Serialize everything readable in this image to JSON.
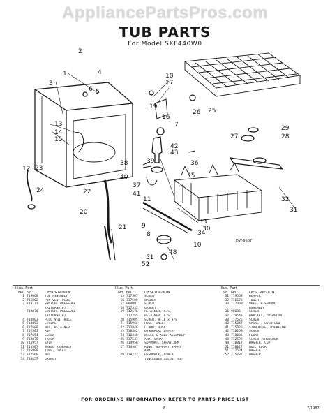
{
  "watermark": "AppliancePartsPros.com",
  "title": "TUB PARTS",
  "model_line": "For Model SXF440W0",
  "diagram": {
    "drawing_id": "DW-9507",
    "callouts": [
      "1",
      "2",
      "3",
      "4",
      "5",
      "6",
      "7",
      "8",
      "9",
      "10",
      "11",
      "12",
      "13",
      "14",
      "15",
      "16",
      "17",
      "18",
      "19",
      "20",
      "21",
      "22",
      "23",
      "24",
      "25",
      "26",
      "27",
      "28",
      "29",
      "30",
      "31",
      "32",
      "33",
      "34",
      "35",
      "36",
      "37",
      "38",
      "39",
      "40",
      "41",
      "42",
      "43",
      "48",
      "51",
      "52"
    ]
  },
  "columns": {
    "header_top": "Illus. Part",
    "no": "No.",
    "part": "No.",
    "desc": "DESCRIPTION"
  },
  "parts": [
    [
      [
        "1",
        "719068",
        "TUB ASSEMBLY"
      ],
      [
        "2",
        "716802",
        "PIN VENT PLUG"
      ],
      [
        "3",
        "719177",
        "SWITCH, PRESSURE"
      ],
      [
        "",
        "",
        "(ALTERNATE)"
      ],
      [
        "",
        "719876",
        "SWITCH, PRESSURE"
      ],
      [
        "",
        "",
        "(ALTERNATE)"
      ],
      [
        "4",
        "718803",
        "PLUG VENT HOLE"
      ],
      [
        "5",
        "718853",
        "STRIKE"
      ],
      [
        "6",
        "717580",
        "NUT, RETAINER"
      ],
      [
        "7",
        "712503",
        "RIM"
      ],
      [
        "8",
        "717654",
        "SCREW"
      ],
      [
        "9",
        "712875",
        "TRACK"
      ],
      [
        "10",
        "715957",
        "STOP"
      ],
      [
        "11",
        "715507",
        "WHEEL ASSEMBLY"
      ],
      [
        "12",
        "715988",
        "TUBE, INLET"
      ],
      [
        "13",
        "717569",
        "NUT"
      ],
      [
        "14",
        "713857",
        "GASKET"
      ]
    ],
    [
      [
        "15",
        "717567",
        "SCREW"
      ],
      [
        "16",
        "717588",
        "WASHER"
      ],
      [
        "17",
        "98009",
        "SCREW"
      ],
      [
        "18",
        "717533",
        "GASKET"
      ],
      [
        "19",
        "712576",
        "RETAINER, R.S."
      ],
      [
        "",
        "712255",
        "RETAINER, L.S."
      ],
      [
        "20",
        "715985",
        "SCREW, 8-18 x 3/8"
      ],
      [
        "21",
        "715960",
        "HOSE, INLET"
      ],
      [
        "22",
        "272846",
        "CLAMP, HOSE"
      ],
      [
        "23",
        "718882",
        "DISHRACK, UPPER"
      ],
      [
        "24",
        "716348",
        "WHEEL & AXLE ASSEMBLY"
      ],
      [
        "25",
        "717537",
        "ARM, SPRAY"
      ],
      [
        "26",
        "714956",
        "SUPPORT, SPRAY ARM"
      ],
      [
        "27",
        "714907",
        "RING, SUPPORT SPRAY"
      ],
      [
        "",
        "",
        "ARM"
      ],
      [
        "28",
        "718723",
        "DISHRACK, LOWER"
      ],
      [
        "",
        "",
        "(INCLUDES ILLUS. 31)"
      ]
    ],
    [
      [
        "31",
        "719563",
        "BUMPER"
      ],
      [
        "32",
        "716678",
        "TOWER"
      ],
      [
        "33",
        "717009",
        "WHEEL & SHROUD"
      ],
      [
        "",
        "",
        "ASSEMBLY"
      ],
      [
        "36",
        "98086",
        "SCREW"
      ],
      [
        "37",
        "719543",
        "BRACKET, OVERFLOW"
      ],
      [
        "38",
        "717525",
        "SCREW"
      ],
      [
        "40",
        "715047",
        "GASKET, OVERFLOW"
      ],
      [
        "41",
        "715026",
        "STANDPIPE, OVERFLOW"
      ],
      [
        "42",
        "718259",
        "SCREW"
      ],
      [
        "43",
        "718035",
        "FLOAT"
      ],
      [
        "48",
        "712599",
        "SCREW, SHOULDER"
      ],
      [
        "48",
        "718817",
        "WASHER, CUP"
      ],
      [
        "51",
        "718827",
        "NUT, LOCK"
      ],
      [
        "51",
        "717624",
        "WASHER"
      ],
      [
        "52",
        "715732",
        "WASHER"
      ]
    ]
  ],
  "footer": "FOR ORDERING INFORMATION REFER TO PARTS PRICE LIST",
  "page_number": "6",
  "doc_code": "7/1987"
}
